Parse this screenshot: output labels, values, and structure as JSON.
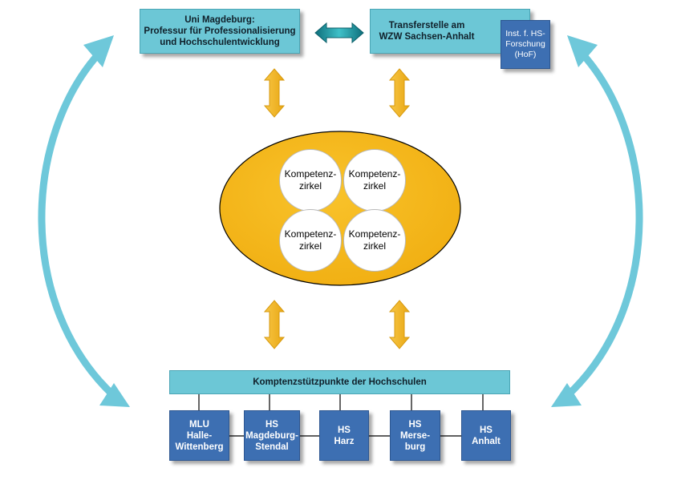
{
  "top_left": {
    "line1": "Uni Magdeburg:",
    "line2": "Professur für Professionalisierung",
    "line3": "und Hochschulentwicklung"
  },
  "top_right": {
    "line1": "Transferstelle am",
    "line2": "WZW Sachsen-Anhalt"
  },
  "hof": {
    "text": "Inst. f. HS-\nForschung\n(HoF)"
  },
  "circles": [
    {
      "line1": "Kompetenz-",
      "line2": "zirkel"
    },
    {
      "line1": "Kompetenz-",
      "line2": "zirkel"
    },
    {
      "line1": "Kompetenz-",
      "line2": "zirkel"
    },
    {
      "line1": "Kompetenz-",
      "line2": "zirkel"
    }
  ],
  "bottom_header": "Komptenzstützpunkte der Hochschulen",
  "schools": [
    {
      "text": "MLU\nHalle-\nWittenberg"
    },
    {
      "text": "HS\nMagdeburg-\nStendal"
    },
    {
      "text": "HS\nHarz"
    },
    {
      "text": "HS\nMerse-\nburg"
    },
    {
      "text": "HS\nAnhalt"
    }
  ],
  "colors": {
    "light_blue": "#6cc7d6",
    "dark_blue": "#3d6fb2",
    "orange": "#f5b81c",
    "arrow_cyan": "#6ec8da",
    "teal": "#16838f"
  }
}
